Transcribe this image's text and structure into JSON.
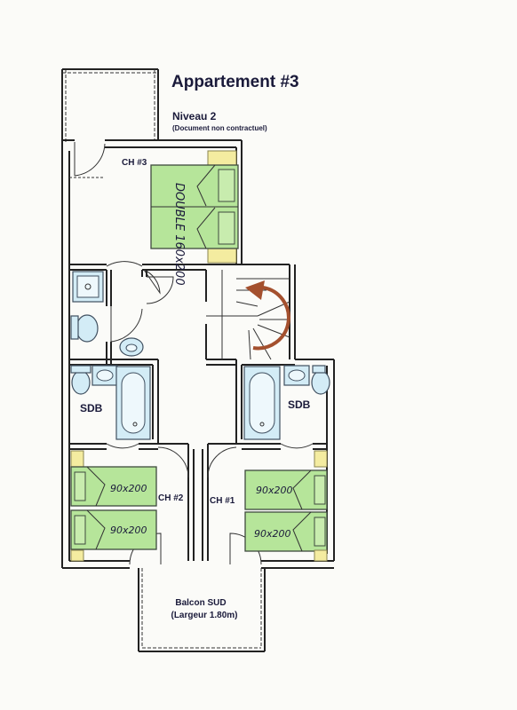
{
  "title": "Appartement #3",
  "level": "Niveau 2",
  "disclaimer": "(Document non contractuel)",
  "rooms": {
    "ch3": "CH #3",
    "ch2": "CH #2",
    "ch1": "CH #1",
    "sdb_left": "SDB",
    "sdb_right": "SDB"
  },
  "beds": {
    "double": "DOUBLE 160x200",
    "ch2_top": "90x200",
    "ch2_bottom": "90x200",
    "ch1_top": "90x200",
    "ch1_bottom": "90x200"
  },
  "balcony": {
    "name": "Balcon SUD",
    "width": "(Largeur 1.80m)"
  },
  "colors": {
    "bed": "#b6e59a",
    "bathroom_fixture": "#d3ecf6",
    "nightstand": "#f4eca0",
    "stair_arrow": "#a4502e",
    "window": "#cfe3f0"
  }
}
